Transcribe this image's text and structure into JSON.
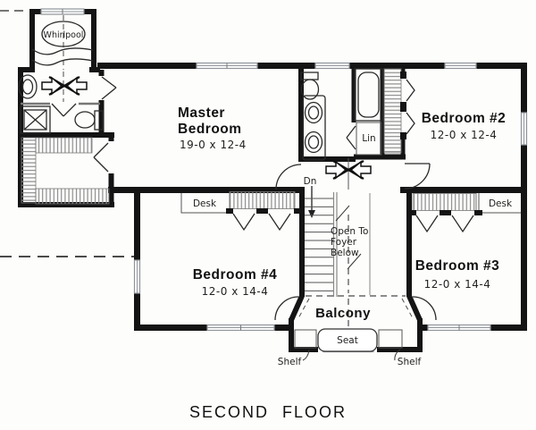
{
  "meta": {
    "title": "SECOND FLOOR"
  },
  "colors": {
    "wall": "#141414",
    "fixture": "#2a2a2a",
    "hatch": "#8c8c8c",
    "window": "#9aa0a6",
    "background": "#fdfdfb"
  },
  "rooms": {
    "master_bedroom": {
      "name_line1": "Master",
      "name_line2": "Bedroom",
      "dims": "19-0 x 12-4"
    },
    "bedroom2": {
      "name": "Bedroom #2",
      "dims": "12-0 x 12-4"
    },
    "bedroom3": {
      "name": "Bedroom #3",
      "dims": "12-0 x 14-4"
    },
    "bedroom4": {
      "name": "Bedroom #4",
      "dims": "12-0 x 14-4"
    },
    "balcony": {
      "name": "Balcony"
    }
  },
  "labels": {
    "whirlpool": "Whirlpool",
    "lin": "Lin",
    "dn": "Dn",
    "desk_b4": "Desk",
    "desk_b3": "Desk",
    "open_foyer_1": "Open To",
    "open_foyer_2": "Foyer",
    "open_foyer_3": "Below",
    "seat": "Seat",
    "shelf_left": "Shelf",
    "shelf_right": "Shelf"
  }
}
